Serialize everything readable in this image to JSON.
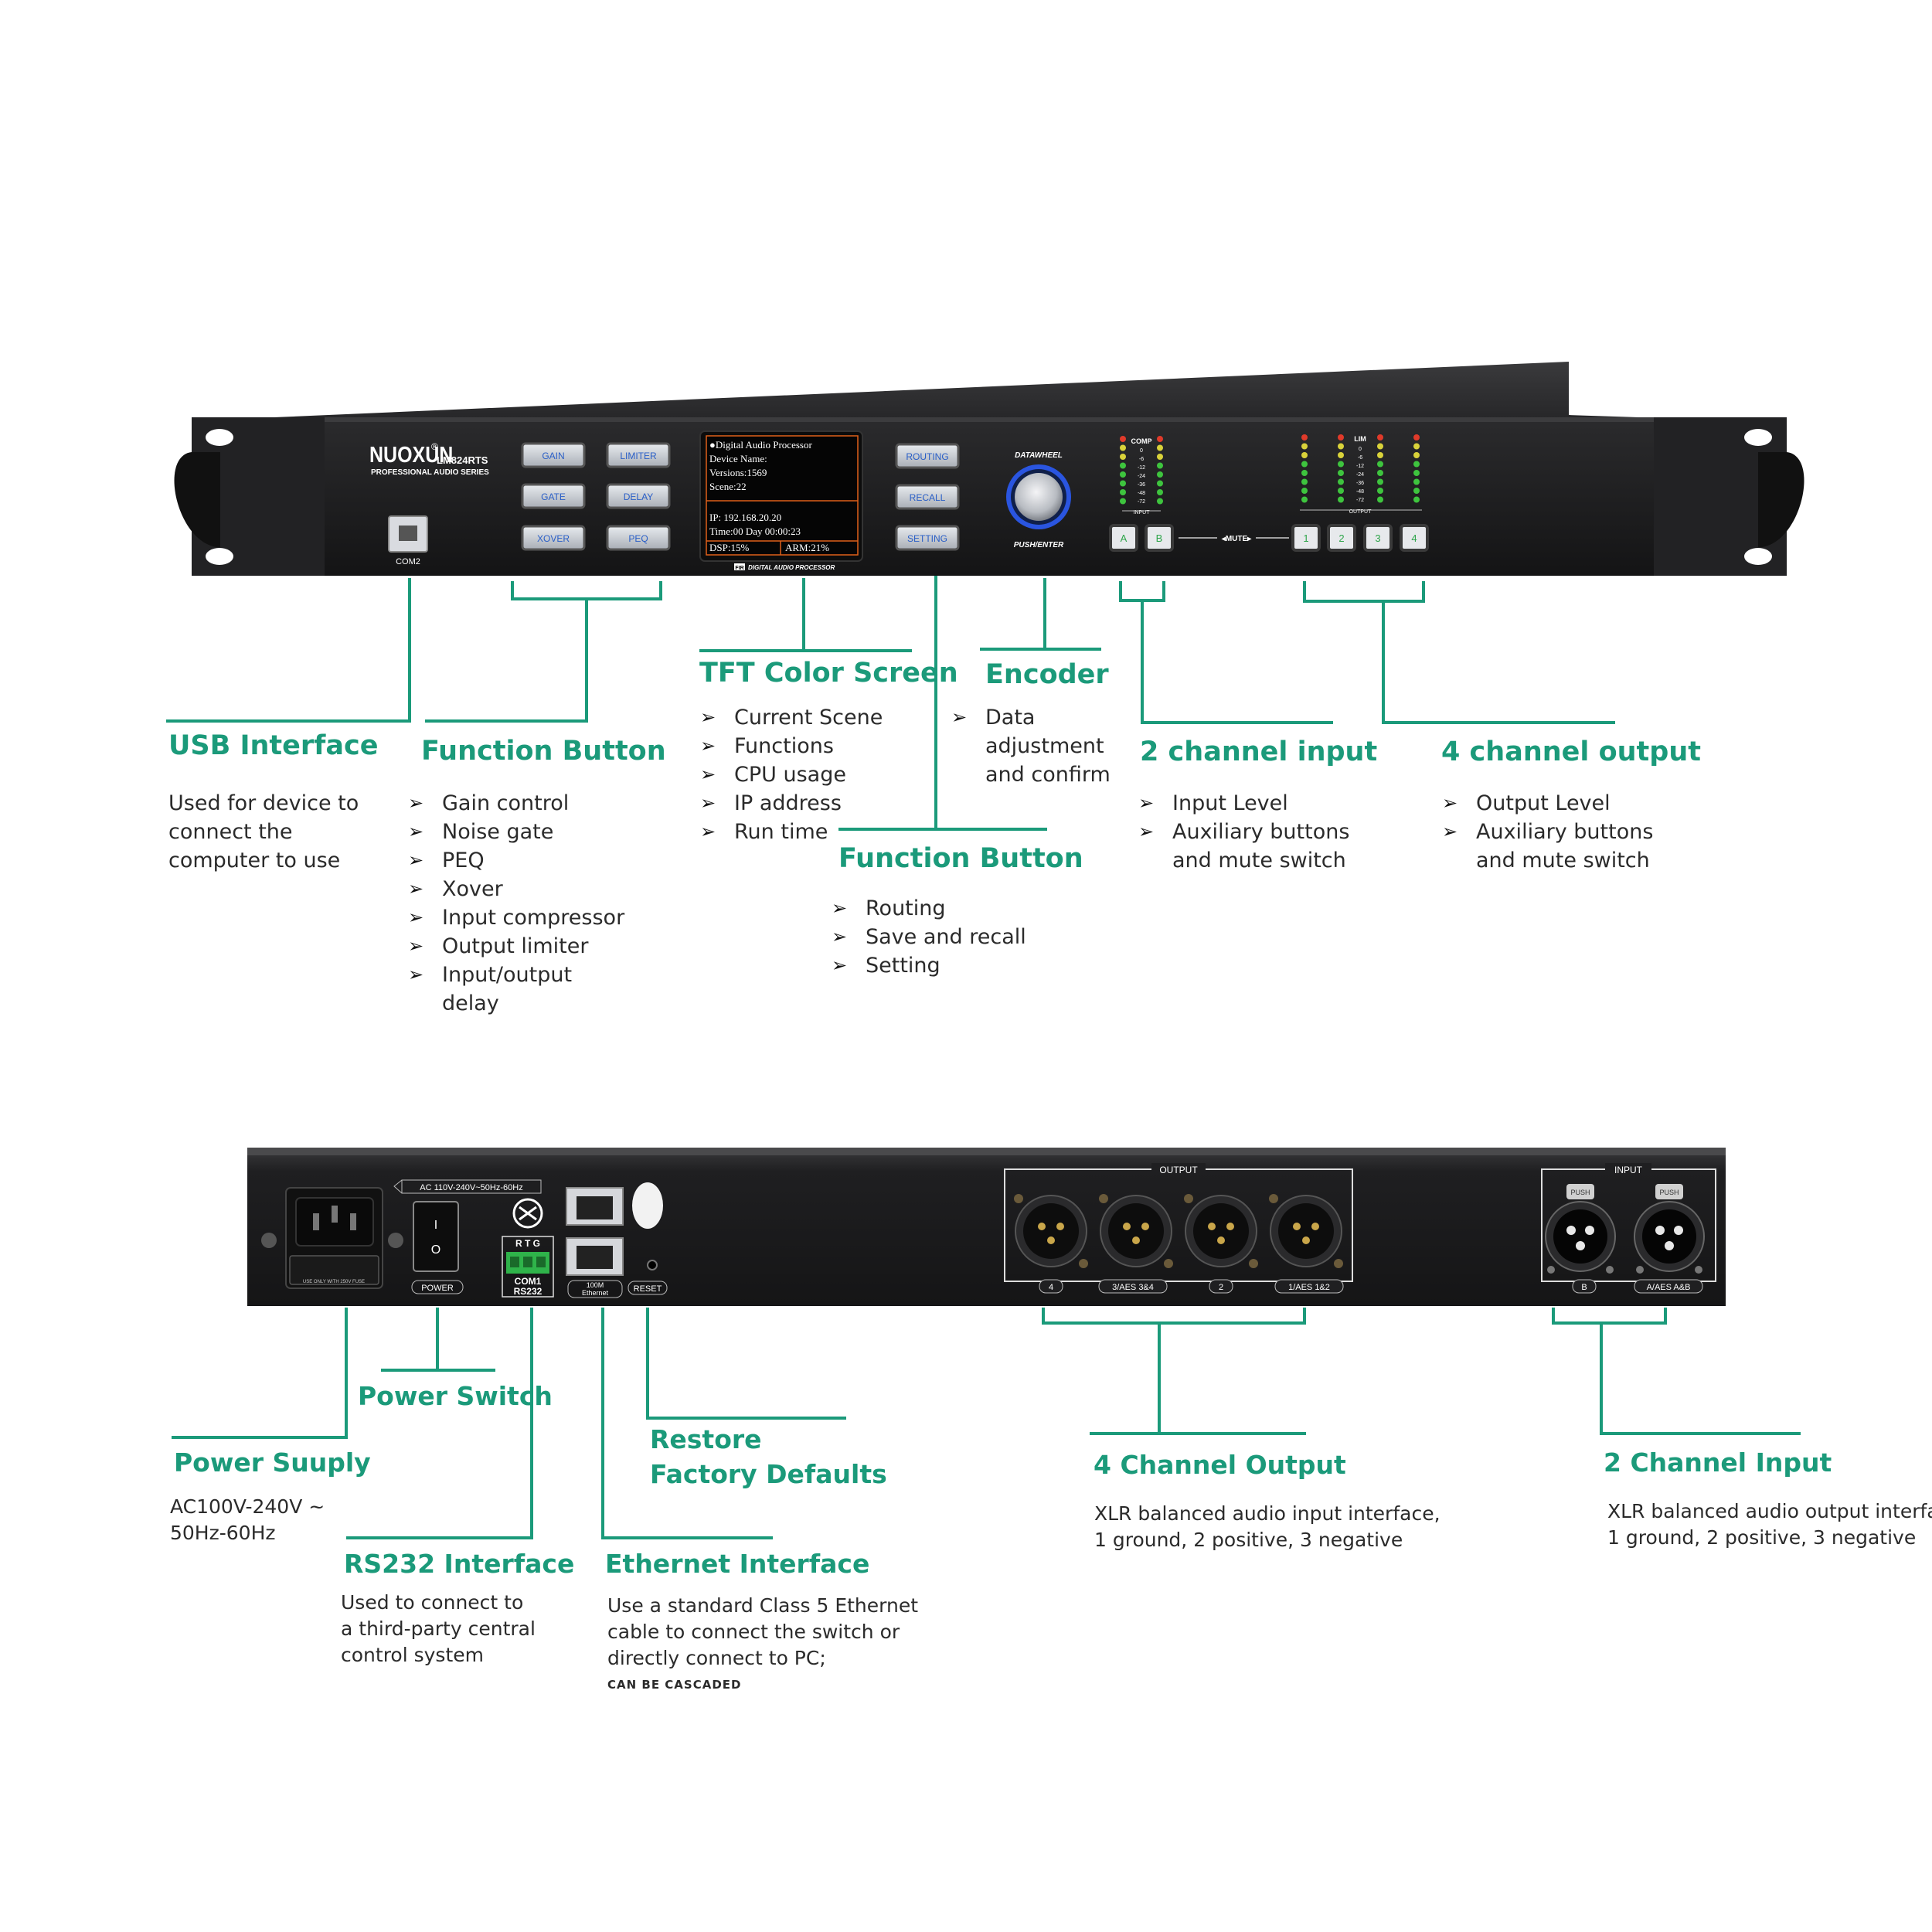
{
  "front_panel": {
    "brand": "NUOXUN",
    "registered_mark": "®",
    "model": "LM824RTS",
    "series": "PROFESSIONAL AUDIO SERIES",
    "usb_port_label": "COM2",
    "function_buttons_left": [
      "GAIN",
      "LIMITER",
      "GATE",
      "DELAY",
      "XOVER",
      "PEQ"
    ],
    "function_buttons_right": [
      "ROUTING",
      "RECALL",
      "SETTING"
    ],
    "screen_lines": [
      "●Digital Audio Processor",
      "Device Name:",
      "Versions:1569",
      "Scene:22",
      "IP: 192.168.20.20",
      "Time:00 Day 00:00:23"
    ],
    "screen_dsp": "DSP:15%",
    "screen_arm": "ARM:21%",
    "screen_caption": "DIGITAL AUDIO PROCESSOR",
    "fir_badge": "FIR",
    "encoder_top_label": "DATAWHEEL",
    "encoder_bottom_label": "PUSH/ENTER",
    "input_meter_top": "COMP",
    "input_meter_bottom": "INPUT",
    "output_meter_top": "LIM",
    "output_meter_bottom": "OUTPUT",
    "meter_scale": [
      "0",
      "-6",
      "-12",
      "-24",
      "-36",
      "-48",
      "-72"
    ],
    "input_buttons": [
      "A",
      "B"
    ],
    "mute_label": "◂MUTE▸",
    "output_buttons": [
      "1",
      "2",
      "3",
      "4"
    ]
  },
  "rear_panel": {
    "ac_label": "AC 110V-240V~50Hz-60Hz",
    "fuse_label": "USE ONLY WITH 250V FUSE",
    "power_label": "POWER",
    "switch_on": "I",
    "switch_off": "O",
    "rtg_label": "R T G",
    "com1_label": "COM1",
    "rs232_label": "RS232",
    "ethernet_label_line1": "100M",
    "ethernet_label_line2": "Ethernet",
    "reset_label": "RESET",
    "output_header": "OUTPUT",
    "output_labels": [
      "4",
      "3/AES 3&4",
      "2",
      "1/AES 1&2"
    ],
    "input_header": "INPUT",
    "input_labels": [
      "B",
      "A/AES A&B"
    ],
    "push_label": "PUSH"
  },
  "callouts": {
    "usb": {
      "title": "USB Interface",
      "lines": [
        "Used for device to",
        "connect the",
        "computer to use"
      ]
    },
    "function_left": {
      "title": "Function Button",
      "items": [
        "Gain control",
        "Noise gate",
        "PEQ",
        "Xover",
        "Input compressor",
        "Output limiter",
        "Input/output",
        "delay"
      ]
    },
    "tft": {
      "title": "TFT Color Screen",
      "items": [
        "Current Scene",
        "Functions",
        "CPU usage",
        "IP address",
        "Run time"
      ]
    },
    "encoder": {
      "title": "Encoder",
      "items": [
        "Data",
        "adjustment",
        "and confirm"
      ]
    },
    "function_right": {
      "title": "Function Button",
      "items": [
        "Routing",
        "Save and recall",
        "Setting"
      ]
    },
    "input_2ch": {
      "title": "2 channel input",
      "items": [
        "Input Level",
        "Auxiliary buttons",
        "and mute switch"
      ]
    },
    "output_4ch": {
      "title": "4 channel output",
      "items": [
        "Output Level",
        "Auxiliary buttons",
        "and mute switch"
      ]
    },
    "power_switch": {
      "title": "Power Switch"
    },
    "power_supply": {
      "title": "Power Suuply",
      "lines": [
        "AC100V-240V ~",
        "50Hz-60Hz"
      ]
    },
    "rs232": {
      "title": "RS232 Interface",
      "lines": [
        "Used to connect to",
        "a third-party central",
        "control system"
      ]
    },
    "restore": {
      "title_line1": "Restore",
      "title_line2": "Factory Defaults"
    },
    "ethernet": {
      "title": "Ethernet Interface",
      "lines": [
        "Use a standard Class 5 Ethernet",
        "cable to connect the switch or",
        "directly connect to PC;"
      ],
      "note": "CAN BE CASCADED"
    },
    "output_rear": {
      "title": "4 Channel Output",
      "lines": [
        "XLR balanced audio input interface,",
        "1 ground, 2 positive, 3 negative"
      ]
    },
    "input_rear": {
      "title": "2 Channel Input",
      "lines": [
        "XLR balanced audio output interface",
        "1 ground, 2 positive, 3 negative"
      ]
    }
  },
  "colors": {
    "accent": "#1b9a7a",
    "device_body": "#1c1c1e",
    "button_face": "#c9cdd3",
    "button_text": "#2a5fc7",
    "screen_bg": "#0a0a0a",
    "screen_border": "#e0601a",
    "meter_green": "#3ec43e",
    "meter_yellow": "#d9d23a",
    "meter_red": "#e03a2a",
    "encoder_ring": "#2a55e0"
  },
  "bullet_icon": "arrow-bullet-icon"
}
